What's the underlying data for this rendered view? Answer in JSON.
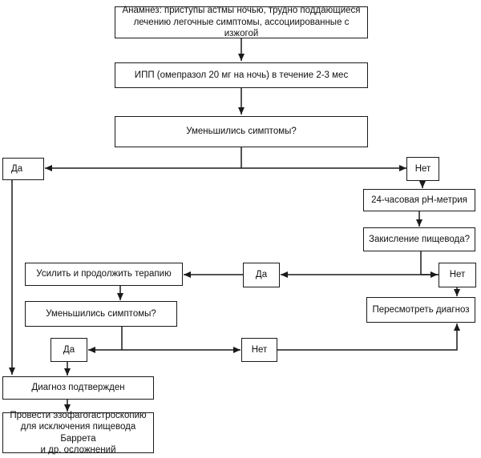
{
  "nodes": {
    "anamnesis": "Анамнез: приступы астмы ночью, трудно поддающиеся лечению легочные симптомы, ассоциированные с изжогой",
    "ppi": "ИПП (омепразол 20 мг на ночь) в течение 2-3 мес",
    "reduced_1": "Уменьшились симптомы?",
    "yes_1": "Да",
    "no_1": "Нет",
    "ph_metry": "24-часовая pH-метрия",
    "acidification": "Закисление пищевода?",
    "yes_2": "Да",
    "no_2": "Нет",
    "intensify": "Усилить и продолжить терапию",
    "reduced_2": "Уменьшились симптомы?",
    "reconsider": "Пересмотреть диагноз",
    "yes_3": "Да",
    "no_3": "Нет",
    "confirmed": "Диагноз подтвержден",
    "egd": "Провести эзофагогастроскопию\nдля исключения пищевода Баррета\nи др. осложнений"
  }
}
